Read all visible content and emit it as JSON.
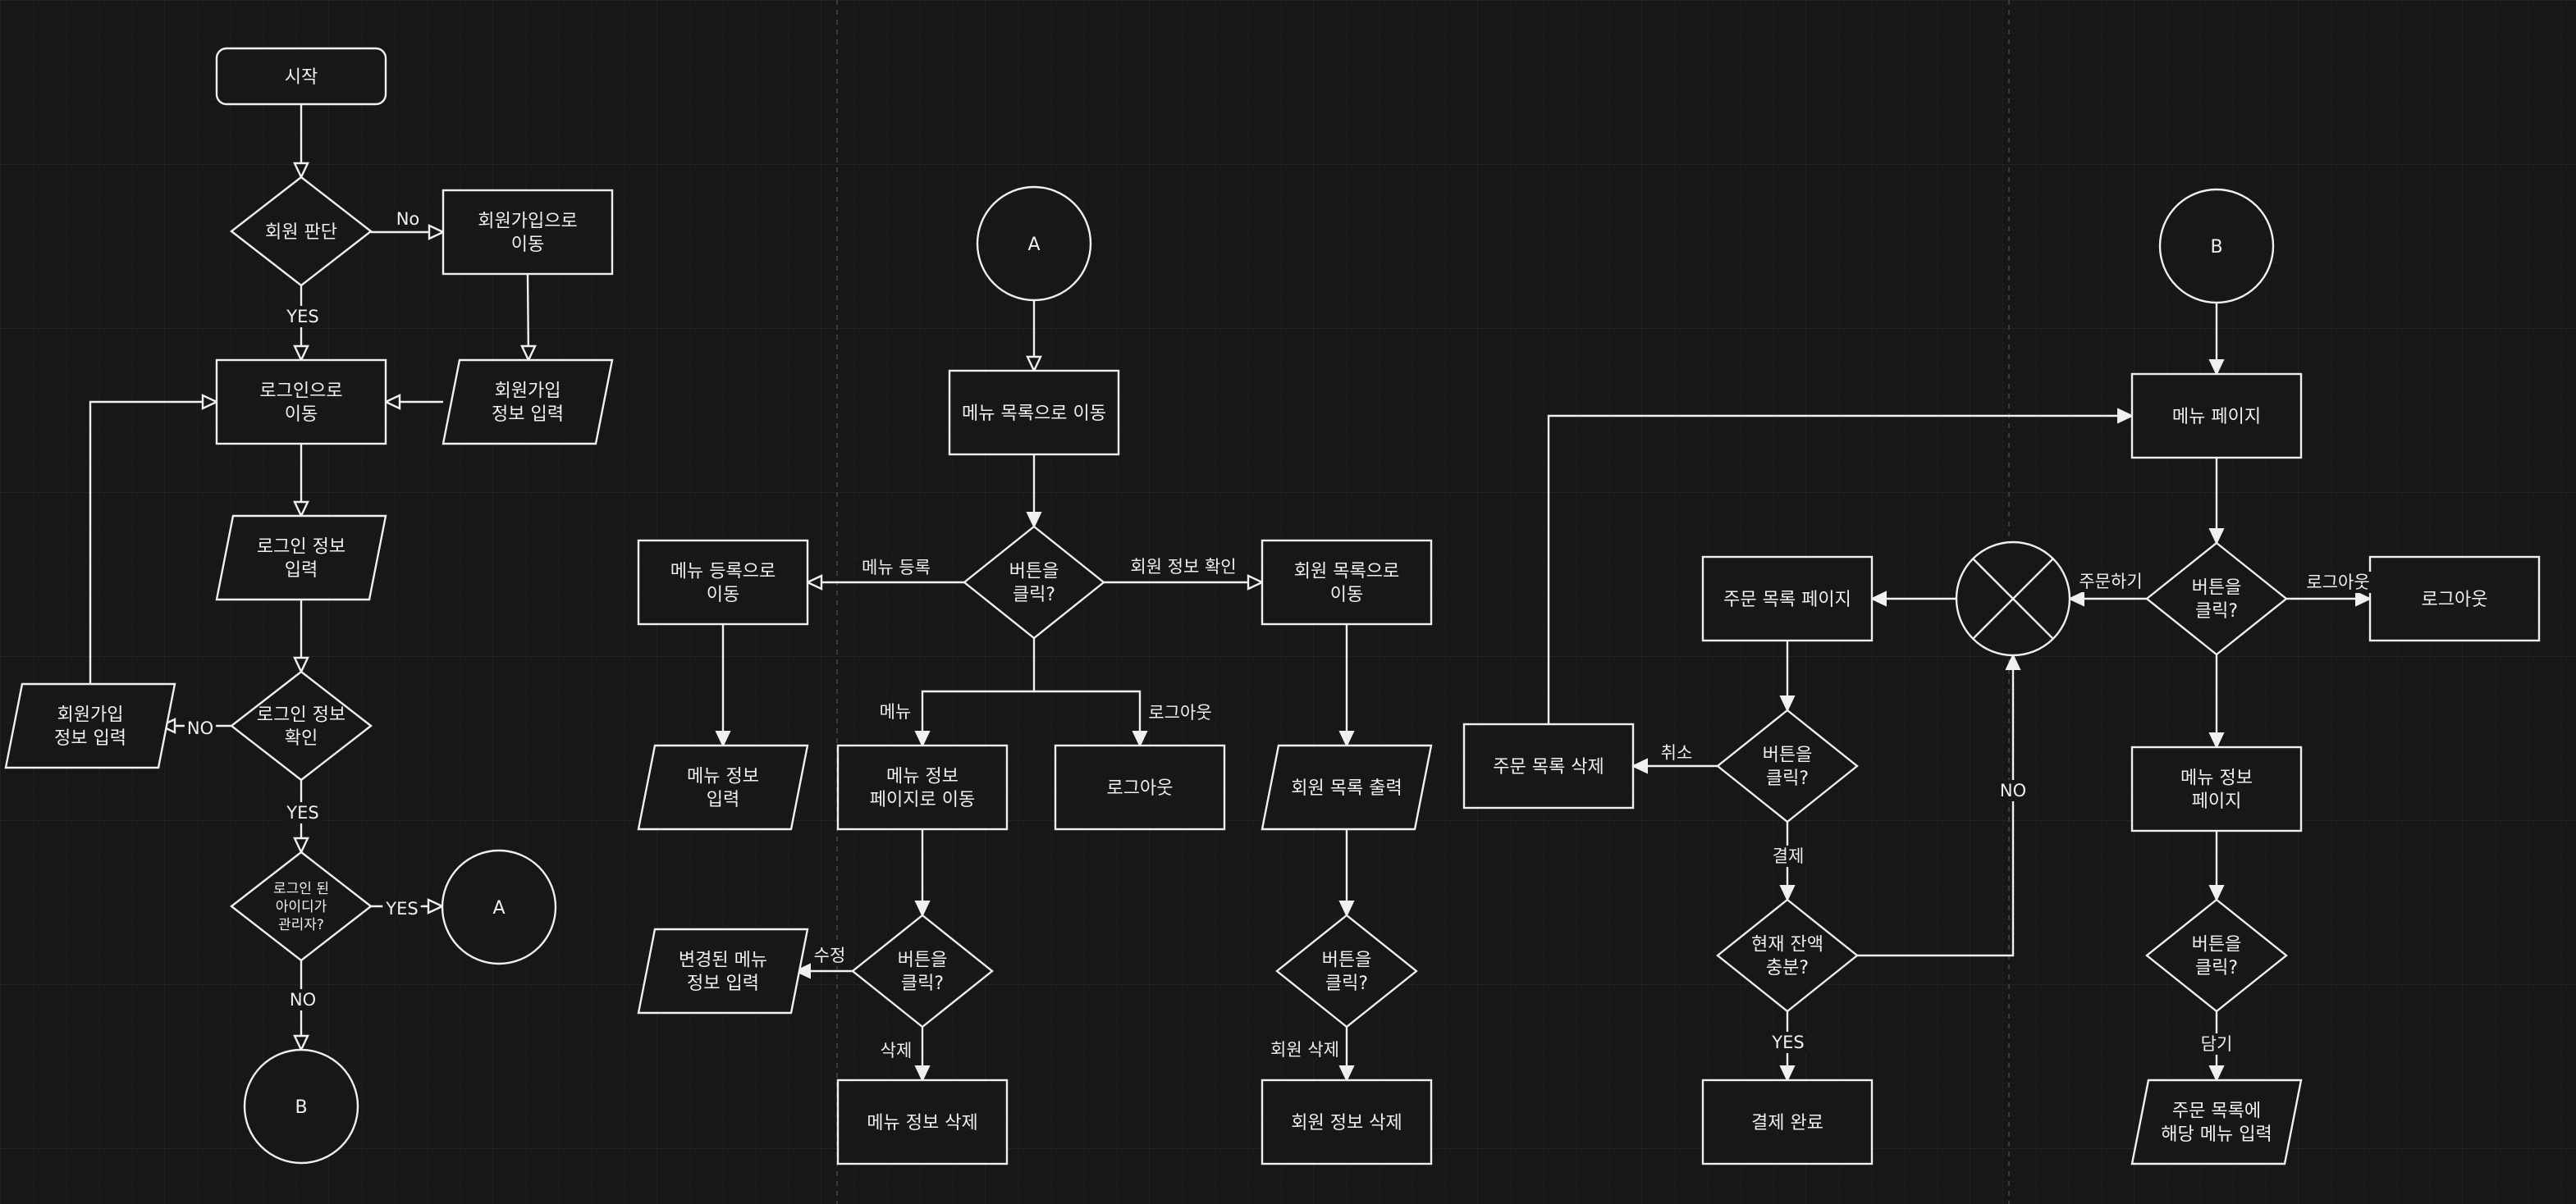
{
  "nodes": {
    "start": "시작",
    "member_check": "회원 판단",
    "go_signup": "회원가입으로\n이동",
    "signup_input": "회원가입\n정보 입력",
    "go_login": "로그인으로\n이동",
    "login_input": "로그인 정보\n입력",
    "login_check": "로그인 정보\n확인",
    "signup_input_left": "회원가입\n정보 입력",
    "admin_check": "로그인 된\n아이디가\n관리자?",
    "conn_a_left": "A",
    "conn_b_left": "B",
    "conn_a": "A",
    "go_menu_list": "메뉴 목록으로 이동",
    "btn_click_1": "버튼을\n클릭?",
    "go_menu_reg": "메뉴 등록으로\n이동",
    "go_member_list": "회원 목록으로\n이동",
    "menu_info_input": "메뉴 정보\n입력",
    "go_menu_info": "메뉴 정보\n페이지로 이동",
    "logout_1": "로그아웃",
    "member_list_out": "회원 목록 출력",
    "btn_click_2": "버튼을\n클릭?",
    "changed_menu_input": "변경된 메뉴\n정보 입력",
    "menu_delete": "메뉴 정보 삭제",
    "btn_click_3": "버튼을\n클릭?",
    "member_delete": "회원 정보 삭제",
    "order_list_page": "주문 목록 페이지",
    "btn_click_4": "버튼을\n클릭?",
    "order_list_delete": "주문 목록 삭제",
    "balance_check": "현재 잔액\n충분?",
    "payment_done": "결제 완료",
    "conn_b": "B",
    "menu_page": "메뉴 페이지",
    "btn_click_5": "버튼을\n클릭?",
    "logout_2": "로그아웃",
    "menu_info_page": "메뉴 정보\n페이지",
    "btn_click_6": "버튼을\n클릭?",
    "add_to_order": "주문 목록에\n해당 메뉴 입력"
  },
  "edge_labels": {
    "no_signup": "No",
    "yes_login": "YES",
    "no_left": "NO",
    "yes_admin_check": "YES",
    "yes_admin": "YES",
    "no_admin": "NO",
    "menu_reg": "메뉴 등록",
    "member_info": "회원 정보 확인",
    "menu": "메뉴",
    "logout": "로그아웃",
    "edit": "수정",
    "delete": "삭제",
    "member_delete": "회원 삭제",
    "cancel": "취소",
    "pay": "결제",
    "yes_balance": "YES",
    "no_balance": "NO",
    "order": "주문하기",
    "logout_right": "로그아웃",
    "put": "담기"
  },
  "colors": {
    "background": "#171717",
    "stroke": "#f0f0f0",
    "grid": "#262626",
    "separator": "#3a3a3a"
  }
}
